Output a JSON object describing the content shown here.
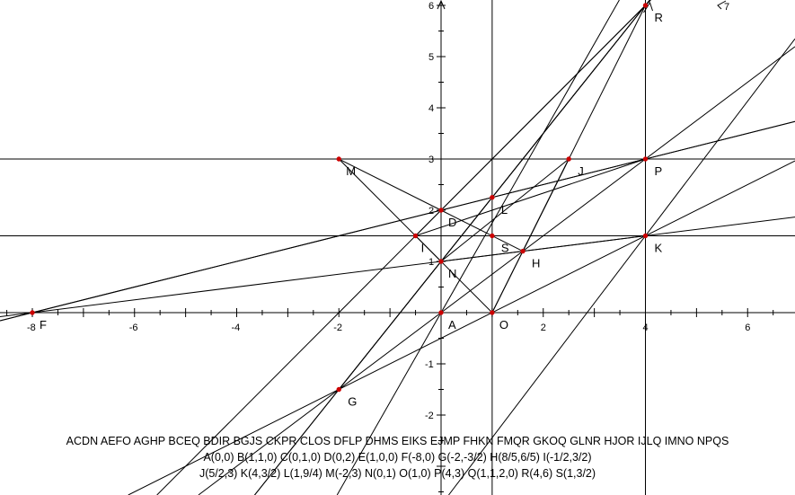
{
  "points": [
    {
      "id": "A",
      "label": "A",
      "x": 0,
      "y": 0
    },
    {
      "id": "D",
      "label": "D",
      "x": 0,
      "y": 2
    },
    {
      "id": "F",
      "label": "F",
      "x": -8,
      "y": 0
    },
    {
      "id": "G",
      "label": "G",
      "x": -2,
      "y": -1.5
    },
    {
      "id": "H",
      "label": "H",
      "x": 1.6,
      "y": 1.2
    },
    {
      "id": "I",
      "label": "I",
      "x": -0.5,
      "y": 1.5
    },
    {
      "id": "J",
      "label": "J",
      "x": 2.5,
      "y": 3
    },
    {
      "id": "K",
      "label": "K",
      "x": 4,
      "y": 1.5
    },
    {
      "id": "L",
      "label": "L",
      "x": 1,
      "y": 2.25
    },
    {
      "id": "M",
      "label": "M",
      "x": -2,
      "y": 3
    },
    {
      "id": "N",
      "label": "N",
      "x": 0,
      "y": 1
    },
    {
      "id": "O",
      "label": "O",
      "x": 1,
      "y": 0
    },
    {
      "id": "P",
      "label": "P",
      "x": 4,
      "y": 3
    },
    {
      "id": "R",
      "label": "R",
      "x": 4,
      "y": 6
    },
    {
      "id": "S",
      "label": "S",
      "x": 1,
      "y": 1.5
    }
  ],
  "axis_ticks": {
    "x": [
      "-8",
      "-6",
      "-4",
      "-2",
      "2",
      "4",
      "6"
    ],
    "y": [
      "-2",
      "-1",
      "1",
      "2",
      "3",
      "4",
      "5",
      "6"
    ]
  },
  "captions": {
    "line1": "ACDN AEFO AGHP BCEQ BDIR BGJS CKPR CLOS DFLP DHMS EIKS EJMP FHKN FMQR GKOQ GLNR HJOR IJLQ IMNO NPQS",
    "line2": "A(0,0) B(1,1,0) C(0,1,0) D(0,2) E(1,0,0) F(-8,0) G(-2,-3/2) H(8/5,6/5) I(-1/2,3/2)",
    "line3": "J(5/2,3) K(4,3/2) L(1,9/4) M(-2,3) N(0,1) O(1,0) P(4,3) Q(1,1,2,0) R(4,6) S(1,3/2)"
  },
  "colors": {
    "line": "#000000",
    "point": "#cc0000"
  }
}
